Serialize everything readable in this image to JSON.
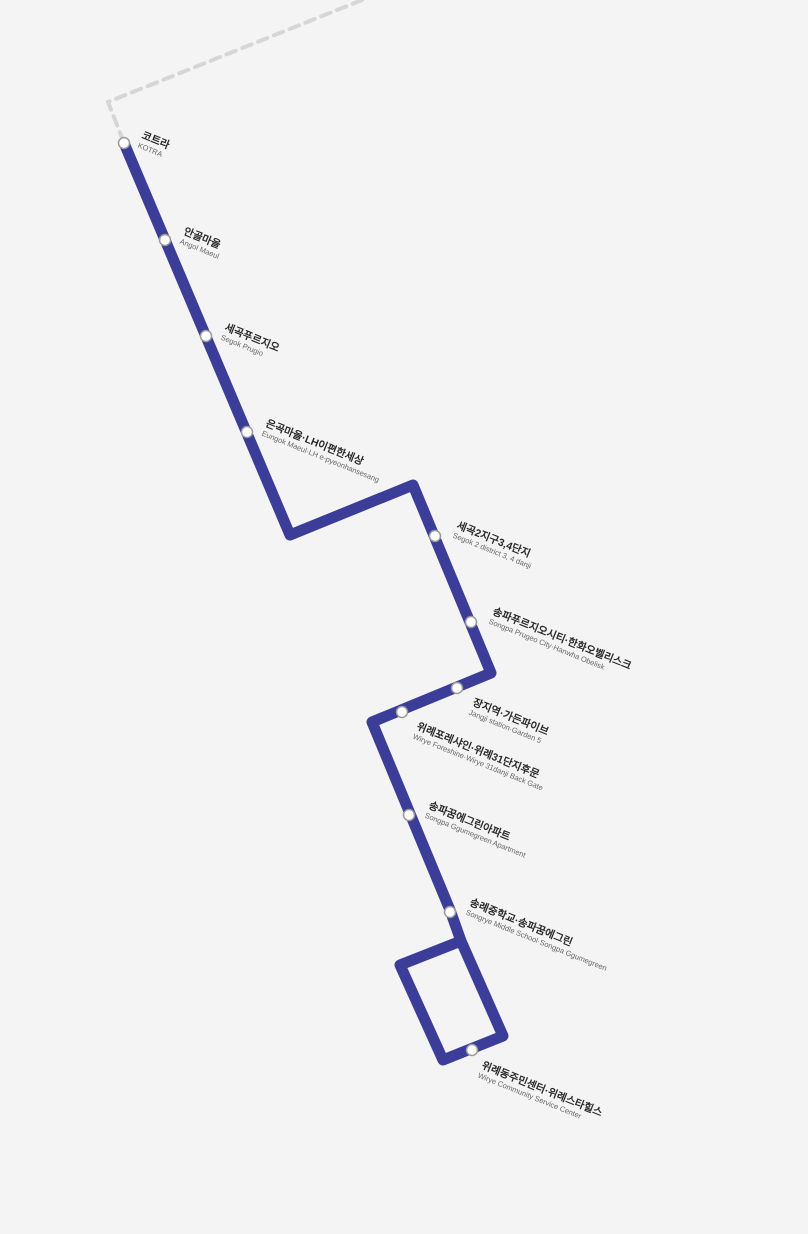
{
  "map": {
    "line_color": "#3b3d98",
    "inactive_line_color": "#d6d6d6",
    "station_fill": "#ffffff",
    "station_stroke": "#9a9a9a",
    "background": "#f4f4f5",
    "stations": [
      {
        "ko": "코트라",
        "en": "KOTRA"
      },
      {
        "ko": "안골마을",
        "en": "Angol Maeul"
      },
      {
        "ko": "세곡푸르지오",
        "en": "Segok Prugio"
      },
      {
        "ko": "은곡마을·LH이편한세상",
        "en": "Eungok Maeul·LH e-pyeonhansesang"
      },
      {
        "ko": "세곡2지구3,4단지",
        "en": "Segok 2 district 3, 4 danji"
      },
      {
        "ko": "송파푸르지오시티·한화오벨리스크",
        "en": "Songpa Prugeo City·Hanwha Obelisk"
      },
      {
        "ko": "장지역·가든파이브",
        "en": "Jangji station·Garden 5"
      },
      {
        "ko": "위례포레샤인·위례31단지후문",
        "en": "Wirye Foreshine·Wirye 31danji Back Gate"
      },
      {
        "ko": "송파꿈에그린아파트",
        "en": "Songpa Ggumegreen Apartment"
      },
      {
        "ko": "송례중학교·송파꿈에그린",
        "en": "Songrye Middle School·Songpa Ggumegreen"
      },
      {
        "ko": "위례동주민센터·위례스타힐스",
        "en": "Wirye Community Service Center"
      }
    ]
  }
}
